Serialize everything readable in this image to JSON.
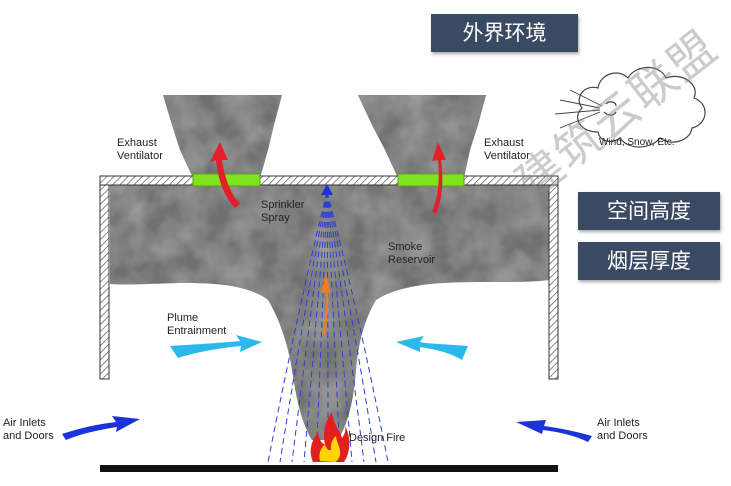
{
  "labels": {
    "environment": "外界环境",
    "space_height": "空间高度",
    "smoke_thickness": "烟层厚度",
    "exhaust_left": [
      "Exhaust",
      "Ventilator"
    ],
    "exhaust_right": [
      "Exhaust",
      "Ventilator"
    ],
    "sprinkler": [
      "Sprinkler",
      "Spray"
    ],
    "smoke_reservoir": [
      "Smoke",
      "Reservoir"
    ],
    "plume": [
      "Plume",
      "Entrainment"
    ],
    "inlets_left": [
      "Air Inlets",
      "and Doors"
    ],
    "inlets_right": [
      "Air Inlets",
      "and Doors"
    ],
    "design_fire": "Design Fire",
    "weather": "Wind, Snow, Etc.",
    "watermark": "建筑云联盟"
  },
  "colors": {
    "tag_bg": "#3a4a63",
    "smoke": "#6f6f6f",
    "smoke_light": "#8a8a8a",
    "vent": "#7fe31d",
    "exhaust_arrow": "#e3202a",
    "plume_arrow": "#f07c1a",
    "entrainment_arrow": "#2bb9ec",
    "inlet_arrow": "#1c33d9",
    "spray": "#2a3fd6",
    "fire_outer": "#e31e1e",
    "fire_inner": "#ffd400"
  },
  "icons": [
    "cloud-icon",
    "fire-icon",
    "sprinkler-head-icon"
  ]
}
